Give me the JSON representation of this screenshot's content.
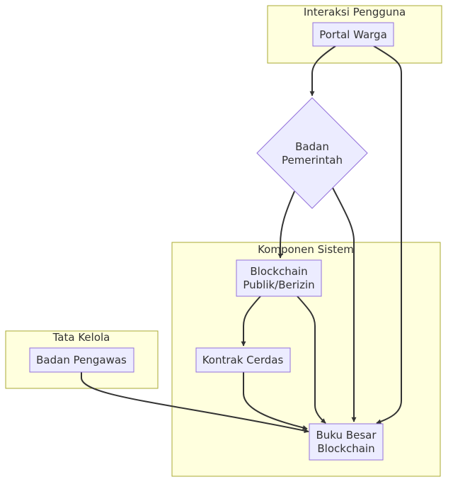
{
  "diagram": {
    "clusters": {
      "interaksi": "Interaksi Pengguna",
      "komponen": "Komponen Sistem",
      "tata_kelola": "Tata Kelola"
    },
    "nodes": {
      "portal_warga": [
        "Portal Warga"
      ],
      "badan_pemerintah": [
        "Badan",
        "Pemerintah"
      ],
      "blockchain": [
        "Blockchain",
        "Publik/Berizin"
      ],
      "kontrak_cerdas": [
        "Kontrak Cerdas"
      ],
      "badan_pengawas": [
        "Badan Pengawas"
      ],
      "buku_besar": [
        "Buku Besar",
        "Blockchain"
      ]
    },
    "edges": [
      {
        "from": "Portal Warga",
        "to": "Badan Pemerintah"
      },
      {
        "from": "Portal Warga",
        "to": "Buku Besar Blockchain"
      },
      {
        "from": "Badan Pemerintah",
        "to": "Blockchain Publik/Berizin"
      },
      {
        "from": "Badan Pemerintah",
        "to": "Buku Besar Blockchain"
      },
      {
        "from": "Blockchain Publik/Berizin",
        "to": "Kontrak Cerdas"
      },
      {
        "from": "Blockchain Publik/Berizin",
        "to": "Buku Besar Blockchain"
      },
      {
        "from": "Kontrak Cerdas",
        "to": "Buku Besar Blockchain"
      },
      {
        "from": "Badan Pengawas",
        "to": "Buku Besar Blockchain"
      }
    ],
    "colors": {
      "cluster_fill": "#ffffde",
      "cluster_stroke": "#aaaa33",
      "node_fill": "#ececff",
      "node_stroke": "#9370db",
      "edge": "#333333",
      "text": "#333333"
    }
  }
}
